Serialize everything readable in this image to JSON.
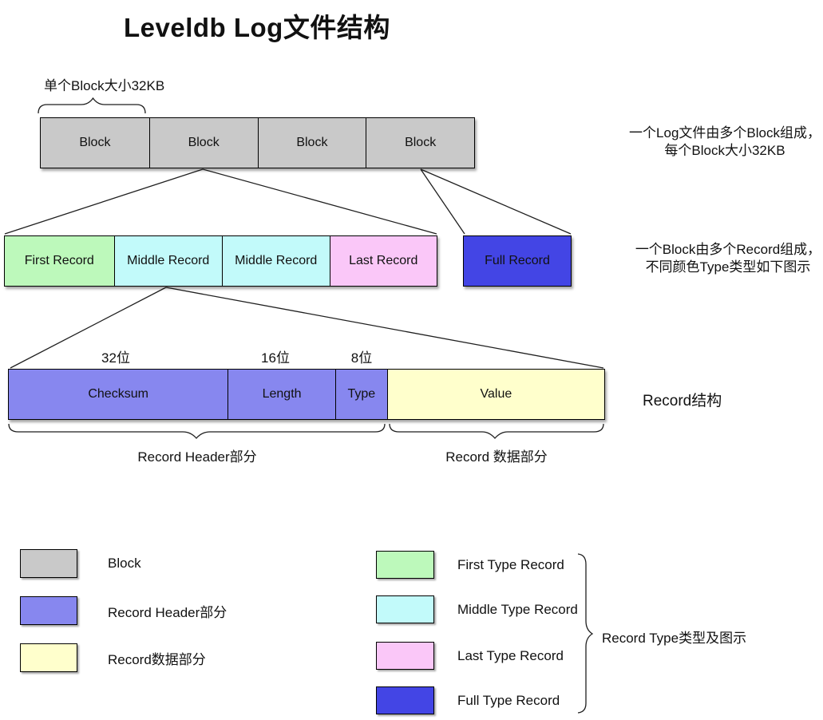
{
  "title": "Leveldb Log文件结构",
  "colors": {
    "block_gray": "#c9c9c9",
    "first_green": "#bdf9bb",
    "middle_cyan": "#c2fafa",
    "last_pink": "#fac7f8",
    "full_blue": "#4345e5",
    "header_purple": "#8787ef",
    "data_yellow": "#ffffcc"
  },
  "block_section": {
    "size_annotation": "单个Block大小32KB",
    "blocks": [
      {
        "label": "Block"
      },
      {
        "label": "Block"
      },
      {
        "label": "Block"
      },
      {
        "label": "Block"
      }
    ],
    "note_line1": "一个Log文件由多个Block组成，",
    "note_line2": "每个Block大小32KB"
  },
  "record_section": {
    "records": [
      {
        "label": "First Record",
        "type": "first",
        "color": "#bdf9bb"
      },
      {
        "label": "Middle Record",
        "type": "middle",
        "color": "#c2fafa"
      },
      {
        "label": "Middle Record",
        "type": "middle",
        "color": "#c2fafa"
      },
      {
        "label": "Last Record",
        "type": "last",
        "color": "#fac7f8"
      }
    ],
    "full_record": {
      "label": "Full Record",
      "color": "#4345e5"
    },
    "note_line1": "一个Block由多个Record组成，",
    "note_line2": "不同颜色Type类型如下图示"
  },
  "structure_section": {
    "bit_labels": [
      "32位",
      "16位",
      "8位"
    ],
    "fields": [
      {
        "label": "Checksum",
        "bits": "32位",
        "color": "#8787ef"
      },
      {
        "label": "Length",
        "bits": "16位",
        "color": "#8787ef"
      },
      {
        "label": "Type",
        "bits": "8位",
        "color": "#8787ef"
      },
      {
        "label": "Value",
        "color": "#ffffcc"
      }
    ],
    "note": "Record结构",
    "header_brace_label": "Record Header部分",
    "data_brace_label": "Record 数据部分"
  },
  "legend": {
    "left_items": [
      {
        "label": "Block",
        "color": "#c9c9c9"
      },
      {
        "label": "Record Header部分",
        "color": "#8787ef"
      },
      {
        "label": "Record数据部分",
        "color": "#ffffcc"
      }
    ],
    "right_items": [
      {
        "label": "First Type Record",
        "color": "#bdf9bb"
      },
      {
        "label": "Middle Type Record",
        "color": "#c2fafa"
      },
      {
        "label": "Last Type Record",
        "color": "#fac7f8"
      },
      {
        "label": "Full Type Record",
        "color": "#4345e5"
      }
    ],
    "brace_label": "Record Type类型及图示"
  }
}
